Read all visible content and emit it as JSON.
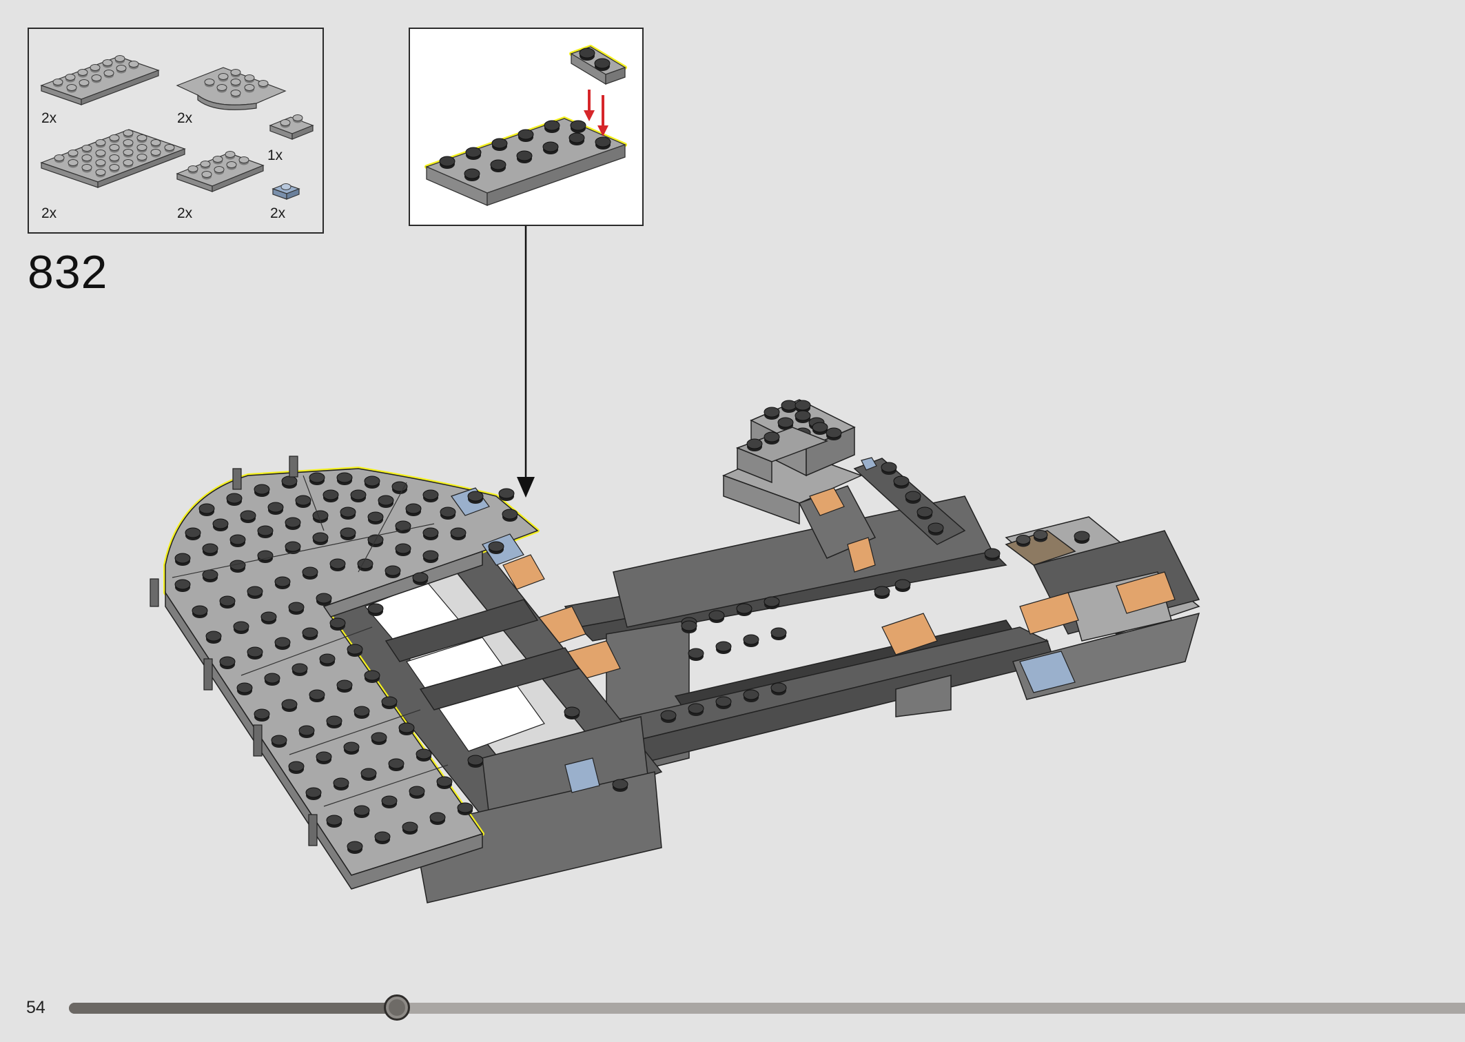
{
  "step": {
    "number": "832"
  },
  "page": {
    "number": "54",
    "progress": 0.235
  },
  "parts": [
    {
      "qty": "2x",
      "part": "plate-2x6-light-grey"
    },
    {
      "qty": "2x",
      "part": "wedge-plate-round-light-grey"
    },
    {
      "qty": "2x",
      "part": "plate-4x6-light-grey"
    },
    {
      "qty": "1x",
      "part": "plate-1x2-light-grey"
    },
    {
      "qty": "2x",
      "part": "plate-2x4-light-grey"
    },
    {
      "qty": "2x",
      "part": "plate-1x1-sand-blue"
    }
  ],
  "colors": {
    "background": "#e3e3e3",
    "light_grey": "#a8a8a8",
    "dark_grey": "#626262",
    "highlight": "#f4f020",
    "arrow_red": "#d6262a",
    "tan": "#e2a46c",
    "sand_blue": "#9ab0cc"
  }
}
